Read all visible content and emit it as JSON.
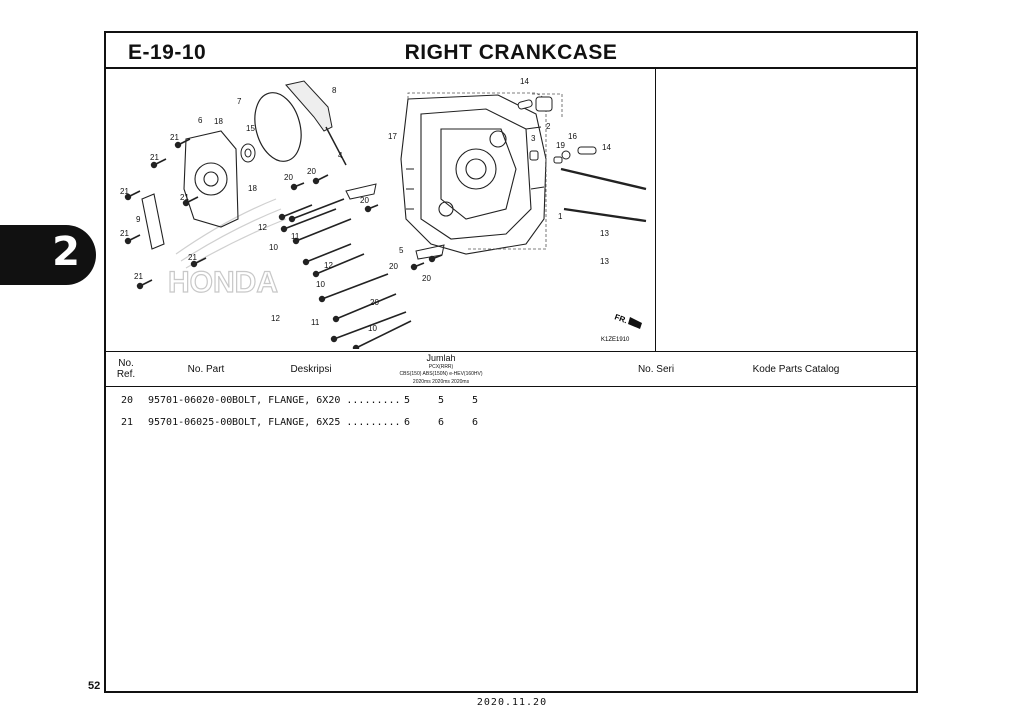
{
  "section_tab": "2",
  "page_number": "52",
  "footer_date": "2020.11.20",
  "header": {
    "code": "E-19-10",
    "title": "RIGHT CRANKCASE"
  },
  "diagram": {
    "watermark": "HONDA",
    "front_marker": "FR.",
    "figure_code": "K1ZE1910",
    "callouts": [
      "1",
      "2",
      "3",
      "4",
      "5",
      "6",
      "7",
      "8",
      "9",
      "10",
      "10",
      "10",
      "11",
      "11",
      "12",
      "12",
      "12",
      "13",
      "13",
      "14",
      "14",
      "15",
      "16",
      "17",
      "18",
      "18",
      "19",
      "20",
      "20",
      "20",
      "20",
      "20",
      "20",
      "21",
      "21",
      "21",
      "21",
      "21",
      "21",
      "21"
    ]
  },
  "table": {
    "columns": {
      "no_ref": "No.\nRef.",
      "no_part": "No. Part",
      "deskripsi": "Deskripsi",
      "jumlah": "Jumlah",
      "model": "PCX(RRR)",
      "variants": "CBS(150) ABS(150N) e-HEV(160HV)",
      "years": "2020ms     2020ms     2020ms",
      "no_seri": "No. Seri",
      "kode": "Kode Parts Catalog"
    },
    "rows": [
      {
        "ref": "20",
        "part": "95701-06020-00",
        "desc": "BOLT, FLANGE, 6X20 .........",
        "q1": "5",
        "q2": "5",
        "q3": "5"
      },
      {
        "ref": "21",
        "part": "95701-06025-00",
        "desc": "BOLT, FLANGE, 6X25 .........",
        "q1": "6",
        "q2": "6",
        "q3": "6"
      }
    ]
  }
}
